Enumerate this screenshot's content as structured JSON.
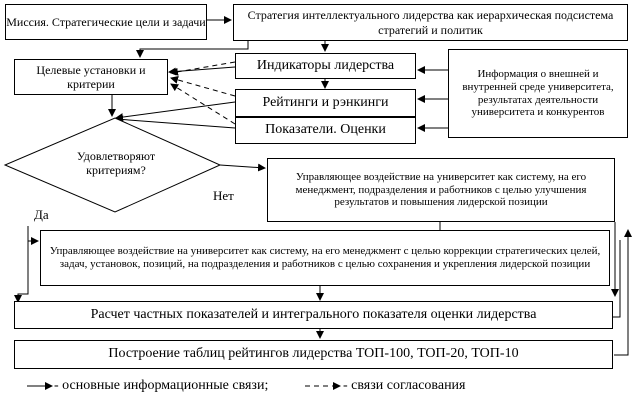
{
  "nodes": {
    "mission": "Миссия. Стратегические цели и задачи",
    "strategy": "Стратегия интеллектуального лидерства как иерархическая подсистема стратегий и политик",
    "targets": "Целевые установки и критерии",
    "indicators": "Индикаторы лидерства",
    "info": "Информация о внешней и внутренней среде университета, результатах деятельности университета и конкурентов",
    "ratings": "Рейтинги и рэнкинги",
    "scores": "Показатели. Оценки",
    "decision": "Удовлетворяют критериям?",
    "manage_improve": "Управляющее воздействие на университет как систему, на его менеджмент, подразделения и работников с целью улучшения результатов и повышения лидерской позиции",
    "manage_correct": "Управляющее воздействие на университет как систему, на его менеджмент с целью коррекции стратегических целей, задач, установок, позиций, на подразделения и работников с целью сохранения и укрепления лидерской позиции",
    "calc": "Расчет частных показателей и интегрального показателя оценки лидерства",
    "tables": "Построение таблиц рейтингов лидерства ТОП-100, ТОП-20, ТОП-10"
  },
  "branch_labels": {
    "yes": "Да",
    "no": "Нет"
  },
  "legend": {
    "main": "- основные информационные связи;",
    "agreement": "- связи согласования"
  }
}
